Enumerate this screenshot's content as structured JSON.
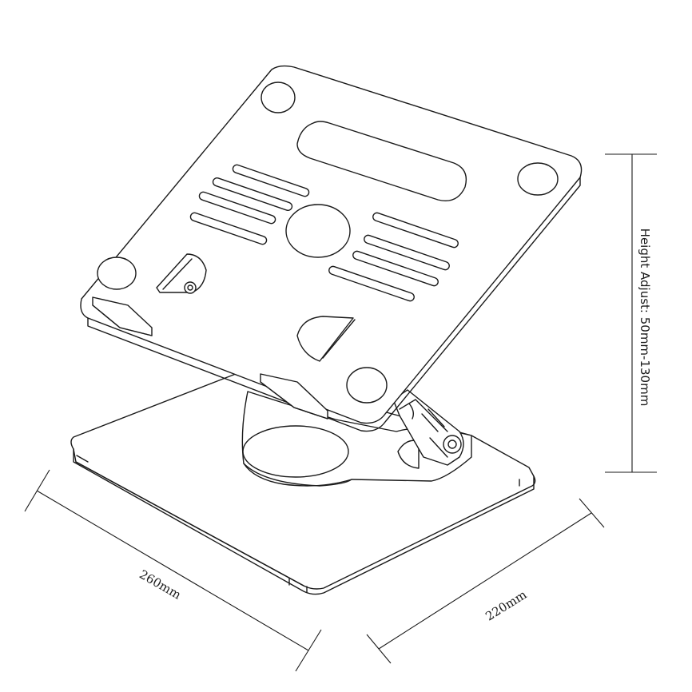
{
  "labels": {
    "height": "Height Adjust: 50mm-130mm",
    "depth": "260mm",
    "width": "220mm"
  }
}
